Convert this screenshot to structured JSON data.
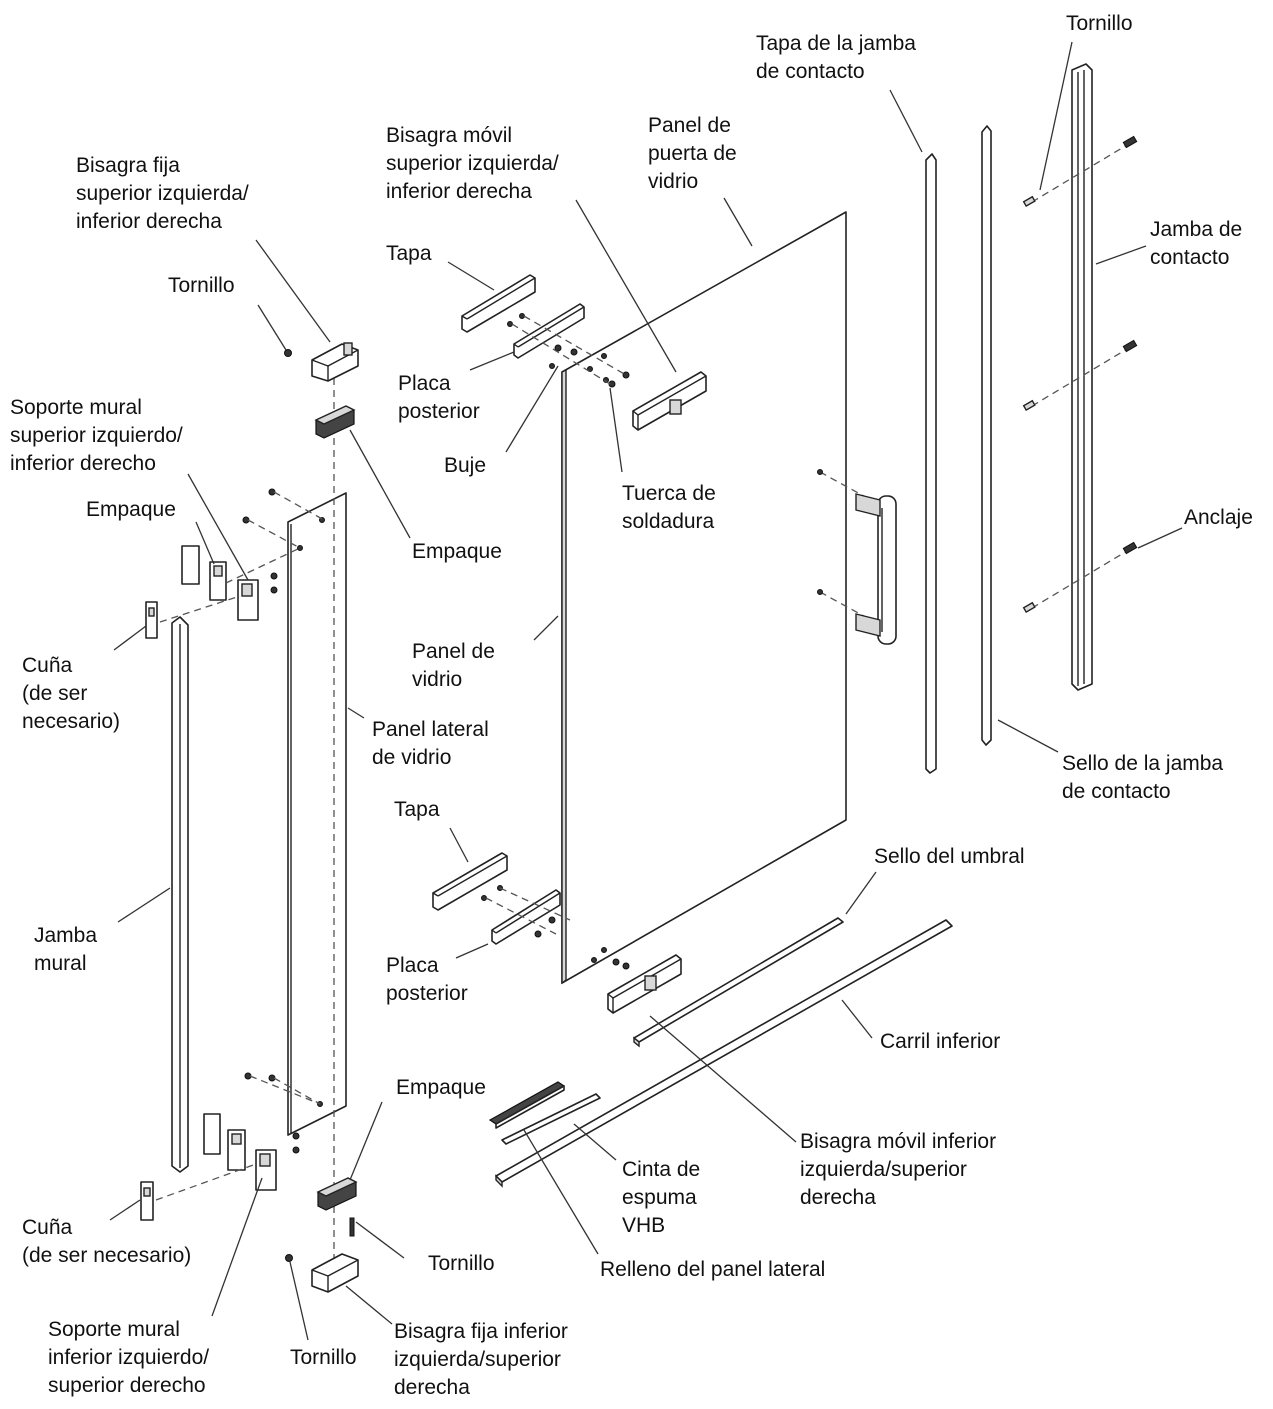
{
  "labels": {
    "tornillo_top_right": "Tornillo",
    "tapa_jamba_contacto": [
      "Tapa de la jamba",
      "de contacto"
    ],
    "bisagra_movil_superior": [
      "Bisagra móvil",
      "superior izquierda/",
      "inferior derecha"
    ],
    "panel_puerta_vidrio": [
      "Panel de",
      "puerta de",
      "vidrio"
    ],
    "bisagra_fija_superior": [
      "Bisagra fija",
      "superior izquierda/",
      "inferior derecha"
    ],
    "jamba_contacto": [
      "Jamba de",
      "contacto"
    ],
    "tapa_top": "Tapa",
    "tornillo_left_top": "Tornillo",
    "placa_posterior_top": [
      "Placa",
      "posterior"
    ],
    "soporte_mural_superior": [
      "Soporte mural",
      "superior izquierdo/",
      "inferior derecho"
    ],
    "buje": "Buje",
    "tuerca_soldadura": [
      "Tuerca de",
      "soldadura"
    ],
    "empaque_left": "Empaque",
    "empaque_center": "Empaque",
    "anclaje": "Anclaje",
    "cuna_top": [
      "Cuña",
      "(de ser",
      "necesario)"
    ],
    "panel_vidrio": [
      "Panel de",
      "vidrio"
    ],
    "panel_lateral_vidrio": [
      "Panel lateral",
      "de vidrio"
    ],
    "sello_jamba_contacto": [
      "Sello de la jamba",
      "de contacto"
    ],
    "tapa_bottom": "Tapa",
    "sello_umbral": "Sello del umbral",
    "jamba_mural": [
      "Jamba",
      "mural"
    ],
    "placa_posterior_bottom": [
      "Placa",
      "posterior"
    ],
    "carril_inferior": "Carril inferior",
    "empaque_bottom": "Empaque",
    "bisagra_movil_inferior": [
      "Bisagra móvil inferior",
      "izquierda/superior",
      "derecha"
    ],
    "cinta_espuma": [
      "Cinta de",
      "espuma",
      "VHB"
    ],
    "cuna_bottom": [
      "Cuña",
      "(de ser necesario)"
    ],
    "tornillo_bottom_center": "Tornillo",
    "relleno_panel_lateral": "Relleno del panel lateral",
    "soporte_mural_inferior": [
      "Soporte mural",
      "inferior izquierdo/",
      "superior derecho"
    ],
    "tornillo_bottom_left": "Tornillo",
    "bisagra_fija_inferior": [
      "Bisagra fija inferior",
      "izquierda/superior",
      "derecha"
    ]
  }
}
